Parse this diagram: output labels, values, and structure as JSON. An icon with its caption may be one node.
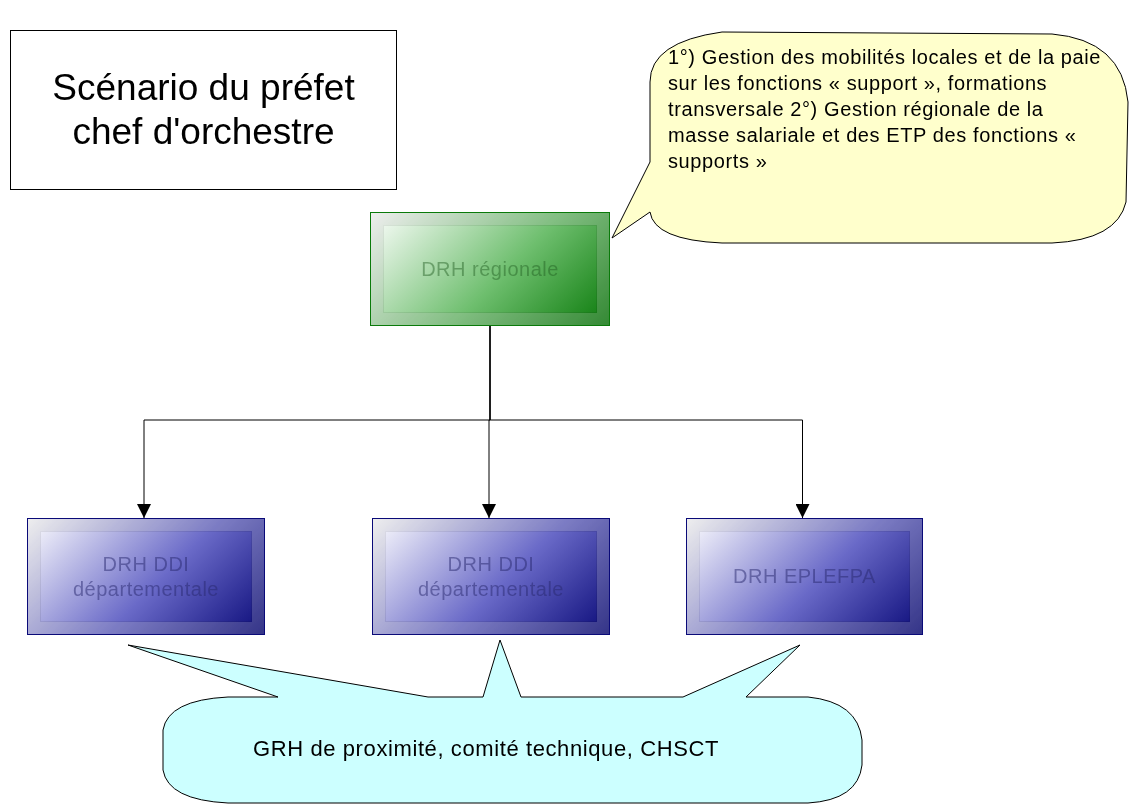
{
  "diagram": {
    "nodes": [
      {
        "text": [
          "Scénario du préfet chef d'orchestre"
        ]
      },
      {
        "text": [
          "1°) Gestion des mobilités locales et de la paie sur les fonctions « support », formations transversale 2°) Gestion régionale de la masse salariale et des ETP des fonctions « supports »"
        ]
      },
      {
        "text": [
          "DRH régionale"
        ]
      },
      {
        "text": [
          "DRH DDI départementale"
        ]
      },
      {
        "text": [
          "DRH DDI départementale"
        ]
      },
      {
        "text": [
          "DRH EPLEFPA"
        ]
      },
      {
        "text": [
          "GRH de proximité, comité technique, CHSCT"
        ]
      }
    ],
    "edges": [
      {
        "from": 2,
        "to": 3,
        "arrow": "to"
      },
      {
        "from": 2,
        "to": 4,
        "arrow": "to"
      },
      {
        "from": 2,
        "to": 5,
        "arrow": "to"
      }
    ]
  }
}
